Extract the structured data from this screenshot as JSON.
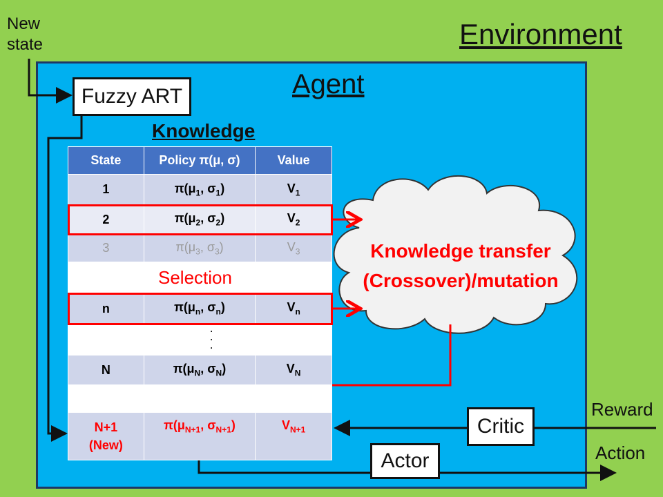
{
  "environment_title": "Environment",
  "agent_title": "Agent",
  "new_state_label": [
    "New",
    "state"
  ],
  "fuzzy_art": "Fuzzy ART",
  "knowledge_title": "Knowledge",
  "table": {
    "headers": [
      "State",
      "Policy π(μ, σ)",
      "Value"
    ],
    "rows": [
      {
        "state": "1",
        "mu": "1",
        "v": "1"
      },
      {
        "state": "2",
        "mu": "2",
        "v": "2"
      },
      {
        "state": "3",
        "mu": "3",
        "v": "3"
      },
      {
        "state": "n",
        "mu": "n",
        "v": "n"
      },
      {
        "state": "N",
        "mu": "N",
        "v": "N"
      },
      {
        "state": "N+1",
        "state2": "(New)",
        "mu": "N+1",
        "v": "N+1"
      }
    ],
    "dots": "·\n·\n·"
  },
  "selection_label": "Selection",
  "cloud_text": [
    "Knowledge transfer",
    "(Crossover)/mutation"
  ],
  "critic": "Critic",
  "actor": "Actor",
  "reward_label": "Reward",
  "action_label": "Action",
  "colors": {
    "bg": "#92d050",
    "agent": "#00b0f0",
    "header": "#4472c4",
    "red": "#ff0000"
  }
}
